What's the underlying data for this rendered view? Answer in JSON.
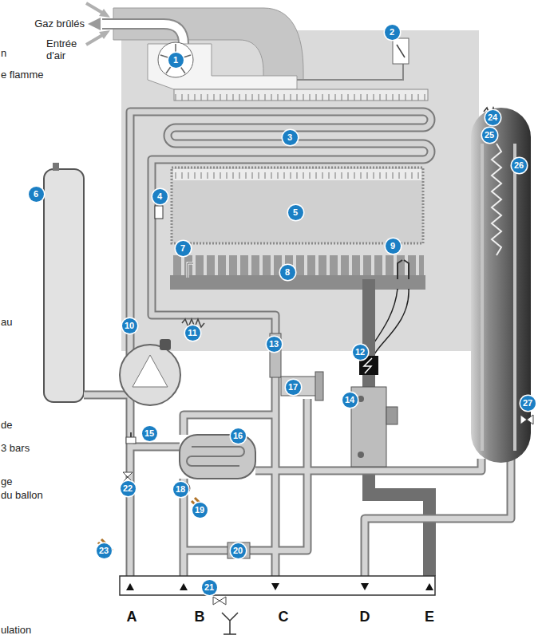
{
  "diagram": {
    "labels": [
      "Gaz brûlés",
      "Entrée d'air",
      "1",
      "2",
      "3",
      "4",
      "5",
      "6",
      "7",
      "8",
      "9",
      "10",
      "11",
      "12",
      "13",
      "14",
      "15",
      "16",
      "17",
      "18",
      "19",
      "20",
      "21",
      "22",
      "23",
      "24",
      "25",
      "26",
      "27",
      "A",
      "B",
      "C",
      "D",
      "E",
      "n",
      "e flamme",
      "au",
      "de",
      "3 bars",
      "ge",
      "du ballon",
      "ulation"
    ]
  }
}
